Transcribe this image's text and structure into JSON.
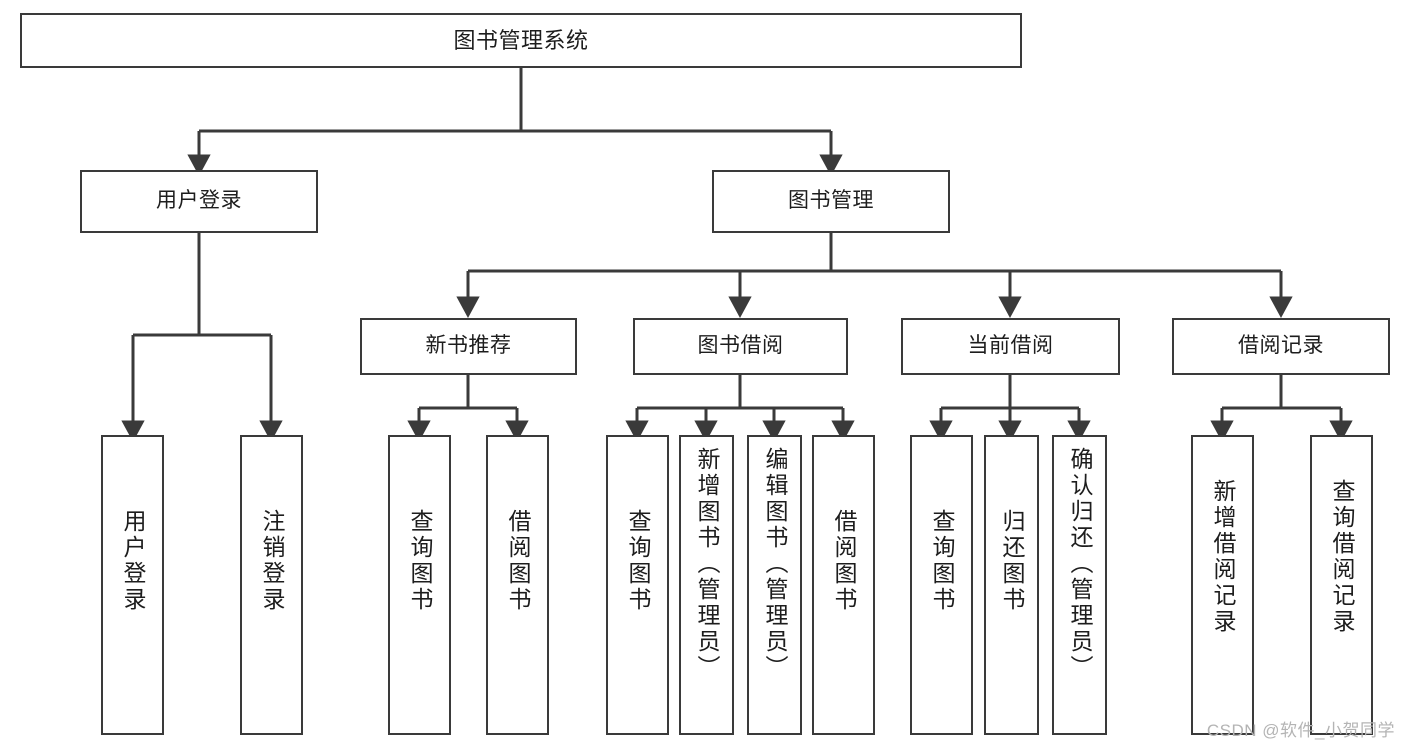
{
  "diagram": {
    "title": "图书管理系统",
    "type": "tree-hierarchy-diagram",
    "root": {
      "id": "root",
      "label": "图书管理系统"
    },
    "level1": [
      {
        "id": "user-login",
        "label": "用户登录"
      },
      {
        "id": "book-management",
        "label": "图书管理"
      }
    ],
    "level2": [
      {
        "id": "new-book-recommend",
        "label": "新书推荐",
        "parent": "book-management"
      },
      {
        "id": "book-borrow",
        "label": "图书借阅",
        "parent": "book-management"
      },
      {
        "id": "current-borrow",
        "label": "当前借阅",
        "parent": "book-management"
      },
      {
        "id": "borrow-record",
        "label": "借阅记录",
        "parent": "book-management"
      }
    ],
    "leaves": [
      {
        "id": "leaf-user-login",
        "label": "用户登录",
        "parent": "user-login"
      },
      {
        "id": "leaf-logout-login",
        "label": "注销登录",
        "parent": "user-login"
      },
      {
        "id": "leaf-query-book-1",
        "label": "查询图书",
        "parent": "new-book-recommend"
      },
      {
        "id": "leaf-borrow-book-1",
        "label": "借阅图书",
        "parent": "new-book-recommend"
      },
      {
        "id": "leaf-query-book-2",
        "label": "查询图书",
        "parent": "book-borrow"
      },
      {
        "id": "leaf-add-book",
        "label": "新增图书（管理员）",
        "parent": "book-borrow"
      },
      {
        "id": "leaf-edit-book",
        "label": "编辑图书（管理员）",
        "parent": "book-borrow"
      },
      {
        "id": "leaf-borrow-book-2",
        "label": "借阅图书",
        "parent": "book-borrow"
      },
      {
        "id": "leaf-query-book-3",
        "label": "查询图书",
        "parent": "current-borrow"
      },
      {
        "id": "leaf-return-book",
        "label": "归还图书",
        "parent": "current-borrow"
      },
      {
        "id": "leaf-confirm-return",
        "label": "确认归还（管理员）",
        "parent": "current-borrow"
      },
      {
        "id": "leaf-add-record",
        "label": "新增借阅记录",
        "parent": "borrow-record"
      },
      {
        "id": "leaf-query-record",
        "label": "查询借阅记录",
        "parent": "borrow-record"
      }
    ],
    "colors": {
      "stroke": "#3a3a3a",
      "text": "#1d1d1d",
      "background": "#ffffff",
      "watermark": "#b4b4b4"
    }
  },
  "watermark": {
    "text": "CSDN @软件_小贺同学"
  }
}
